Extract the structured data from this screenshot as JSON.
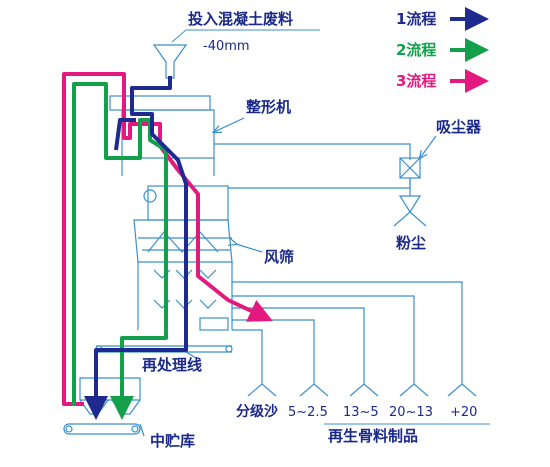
{
  "title": "投入混凝土废料",
  "feed_size": "-40mm",
  "legend": [
    {
      "label": "1流程",
      "color": "#1f2a8f"
    },
    {
      "label": "2流程",
      "color": "#12a04a"
    },
    {
      "label": "3流程",
      "color": "#e4197f"
    }
  ],
  "labels": {
    "shaper": "整形机",
    "dust_collector": "吸尘器",
    "dust": "粉尘",
    "air_sieve": "风筛",
    "reprocess_line": "再处理线",
    "buffer_bin": "中贮库",
    "graded_sand": "分级沙",
    "recycled_products": "再生骨料制品"
  },
  "products": [
    "5~2.5",
    "13~5",
    "20~13",
    "+20"
  ],
  "colors": {
    "equipment": "#3a8fcc",
    "text": "#1b2a8a"
  }
}
